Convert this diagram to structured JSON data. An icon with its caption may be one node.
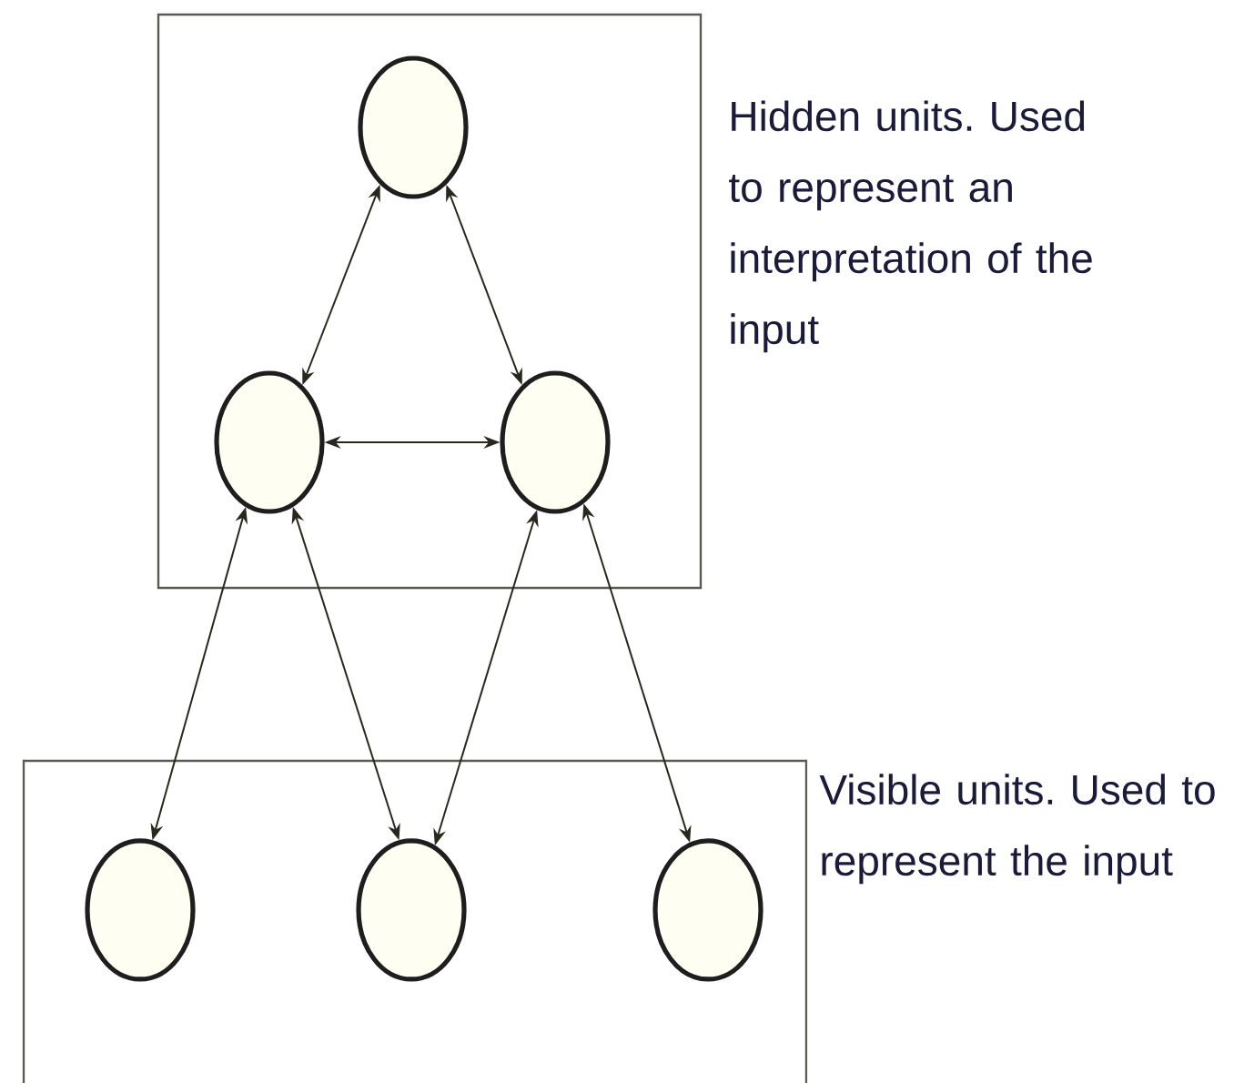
{
  "diagram": {
    "nodes": [
      {
        "text": [],
        "shape": "box",
        "beside": [
          "Hidden units. Used to represent an interpretation of the input"
        ]
      },
      {
        "text": [],
        "shape": "circle",
        "in": 0
      },
      {
        "text": [],
        "shape": "circle",
        "in": 0
      },
      {
        "text": [],
        "shape": "circle",
        "in": 0
      },
      {
        "text": [],
        "shape": "box",
        "beside": [
          "Visible units. Used to represent the input"
        ]
      },
      {
        "text": [],
        "shape": "circle",
        "in": 4
      },
      {
        "text": [],
        "shape": "circle",
        "in": 4
      },
      {
        "text": [],
        "shape": "circle",
        "in": 4
      }
    ],
    "edges": [
      {
        "from": 1,
        "to": 2,
        "arrow": "both"
      },
      {
        "from": 1,
        "to": 3,
        "arrow": "both"
      },
      {
        "from": 2,
        "to": 3,
        "arrow": "both"
      },
      {
        "from": 2,
        "to": 5,
        "arrow": "both"
      },
      {
        "from": 2,
        "to": 6,
        "arrow": "both"
      },
      {
        "from": 3,
        "to": 6,
        "arrow": "both"
      },
      {
        "from": 3,
        "to": 7,
        "arrow": "both"
      }
    ]
  }
}
